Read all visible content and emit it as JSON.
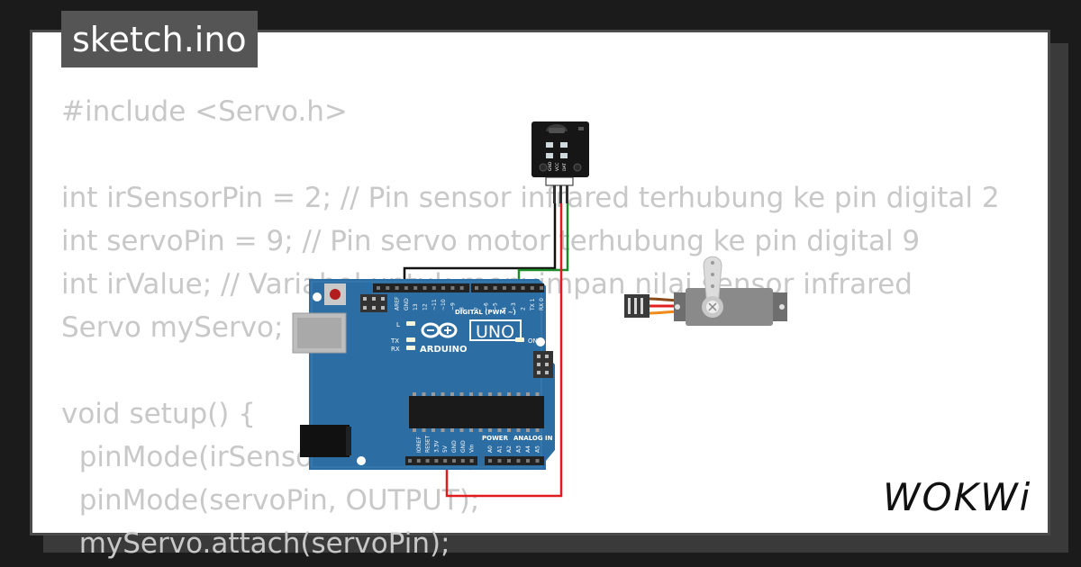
{
  "file_tab": {
    "label": "sketch.ino"
  },
  "code_lines": [
    "#include <Servo.h>",
    "",
    "int irSensorPin = 2; // Pin sensor infrared terhubung ke pin digital 2",
    "int servoPin = 9; // Pin servo motor terhubung ke pin digital 9",
    "int irValue; // Variabel untuk menyimpan nilai sensor infrared",
    "Servo myServo; // Objek servo",
    "",
    "void setup() {",
    "  pinMode(irSensorPin, INPUT);",
    "  pinMode(servoPin, OUTPUT);",
    "  myServo.attach(servoPin);"
  ],
  "arduino": {
    "brand": "ARDUINO",
    "model": "UNO",
    "digital_label": "DIGITAL (PWM ~)",
    "power_label": "POWER",
    "analog_label": "ANALOG IN",
    "on_label": "ON",
    "l_label": "L",
    "tx_label": "TX",
    "rx_label": "RX",
    "top_pins": [
      "AREF",
      "GND",
      "13",
      "12",
      "~11",
      "~10",
      "~9",
      "8",
      "7",
      "~6",
      "~5",
      "4",
      "~3",
      "2",
      "TX 1",
      "RX 0"
    ],
    "power_pins": [
      "IOREF",
      "RESET",
      "3.3V",
      "5V",
      "GND",
      "GND",
      "Vin"
    ],
    "analog_pins": [
      "A0",
      "A1",
      "A2",
      "A3",
      "A4",
      "A5"
    ]
  },
  "ir_sensor": {
    "pins": [
      "GND",
      "VCC",
      "DAT"
    ]
  },
  "logo": {
    "text": "WOKWi"
  },
  "colors": {
    "board": "#2c6ea3",
    "wire_black": "#111111",
    "wire_green": "#1c8c2a",
    "wire_red": "#e01b1b",
    "code_text": "#c8c8c8"
  }
}
